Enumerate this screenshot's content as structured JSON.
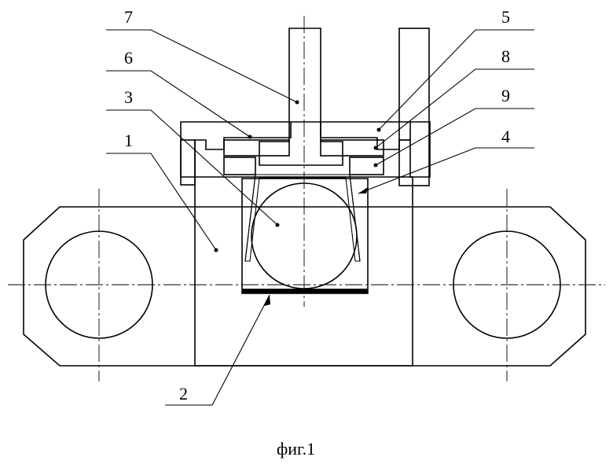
{
  "figure": {
    "caption": "фиг.1",
    "callouts": [
      {
        "id": "7",
        "label": "7"
      },
      {
        "id": "6",
        "label": "6"
      },
      {
        "id": "3",
        "label": "3"
      },
      {
        "id": "1",
        "label": "1"
      },
      {
        "id": "5",
        "label": "5"
      },
      {
        "id": "8",
        "label": "8"
      },
      {
        "id": "9",
        "label": "9"
      },
      {
        "id": "4",
        "label": "4"
      },
      {
        "id": "2",
        "label": "2"
      }
    ]
  },
  "style": {
    "line_color": "#000000",
    "background": "#ffffff"
  }
}
